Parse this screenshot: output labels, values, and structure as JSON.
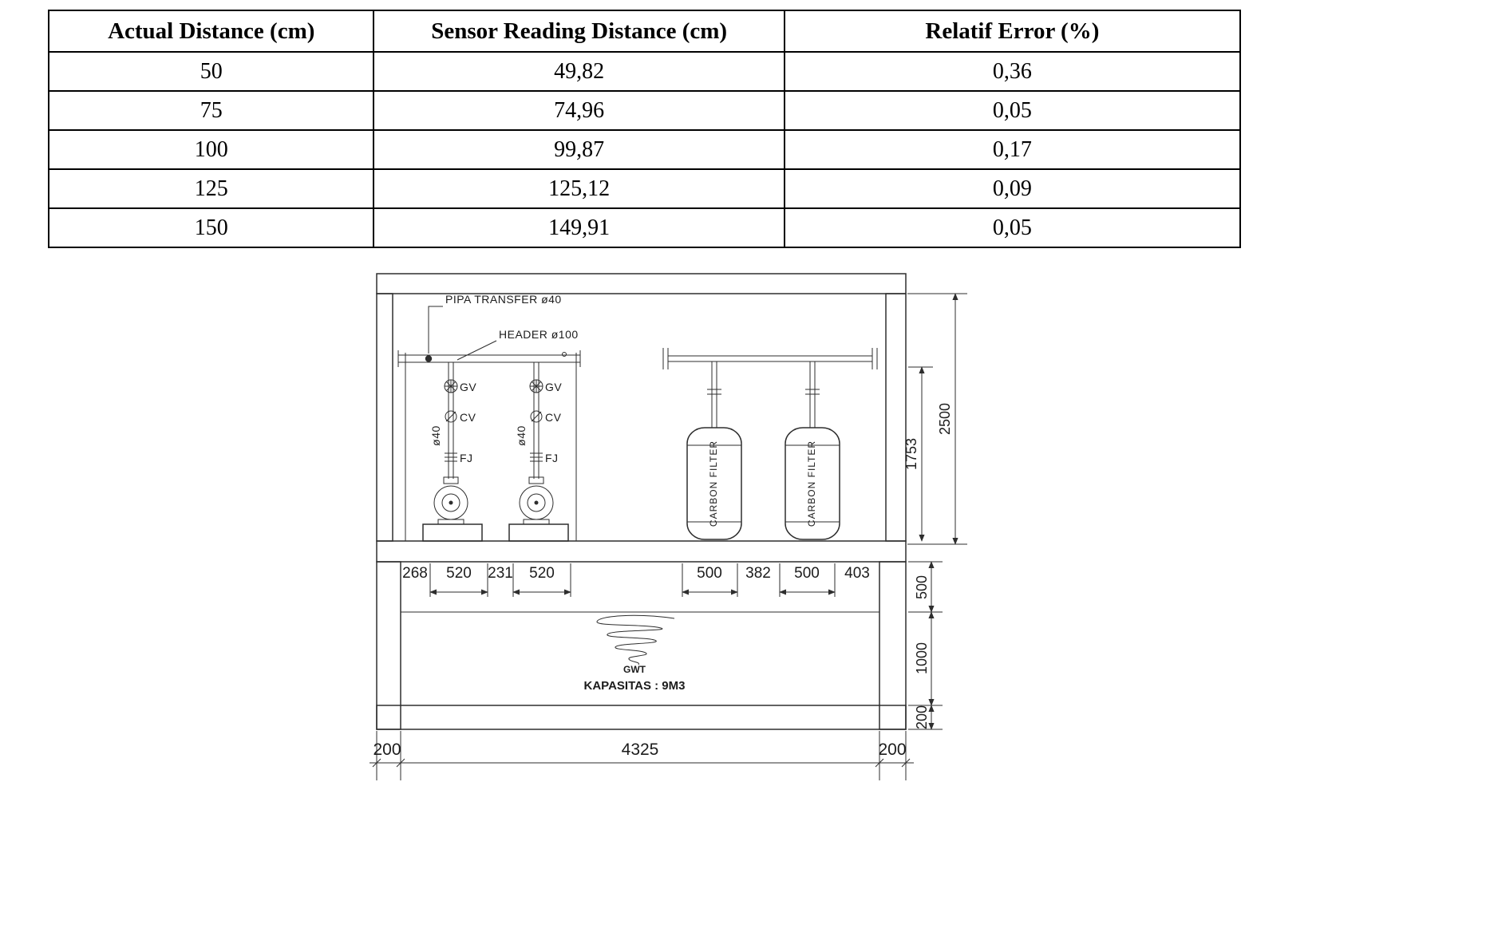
{
  "table": {
    "headers": [
      "Actual Distance (cm)",
      "Sensor Reading Distance (cm)",
      "Relatif Error (%)"
    ],
    "rows": [
      [
        "50",
        "49,82",
        "0,36"
      ],
      [
        "75",
        "74,96",
        "0,05"
      ],
      [
        "100",
        "99,87",
        "0,17"
      ],
      [
        "125",
        "125,12",
        "0,09"
      ],
      [
        "150",
        "149,91",
        "0,05"
      ]
    ]
  },
  "figure": {
    "labels": {
      "pipa_transfer": "PIPA TRANSFER ø40",
      "header_pipe": "HEADER ø100",
      "gv": "GV",
      "cv": "CV",
      "fj": "FJ",
      "d40": "ø40",
      "carbon_filter": "CARBON FILTER",
      "gwt": "GWT",
      "kapasitas": "KAPASITAS : 9M3"
    },
    "dims": {
      "top_left": [
        "268",
        "520",
        "231",
        "520"
      ],
      "top_right": [
        "500",
        "382",
        "500",
        "403"
      ],
      "right_outer": "2500",
      "right_inner": "1753",
      "right_upper": "500",
      "right_mid": "1000",
      "right_lower": "200",
      "bottom_left": "200",
      "bottom_center": "4325",
      "bottom_right": "200"
    }
  }
}
